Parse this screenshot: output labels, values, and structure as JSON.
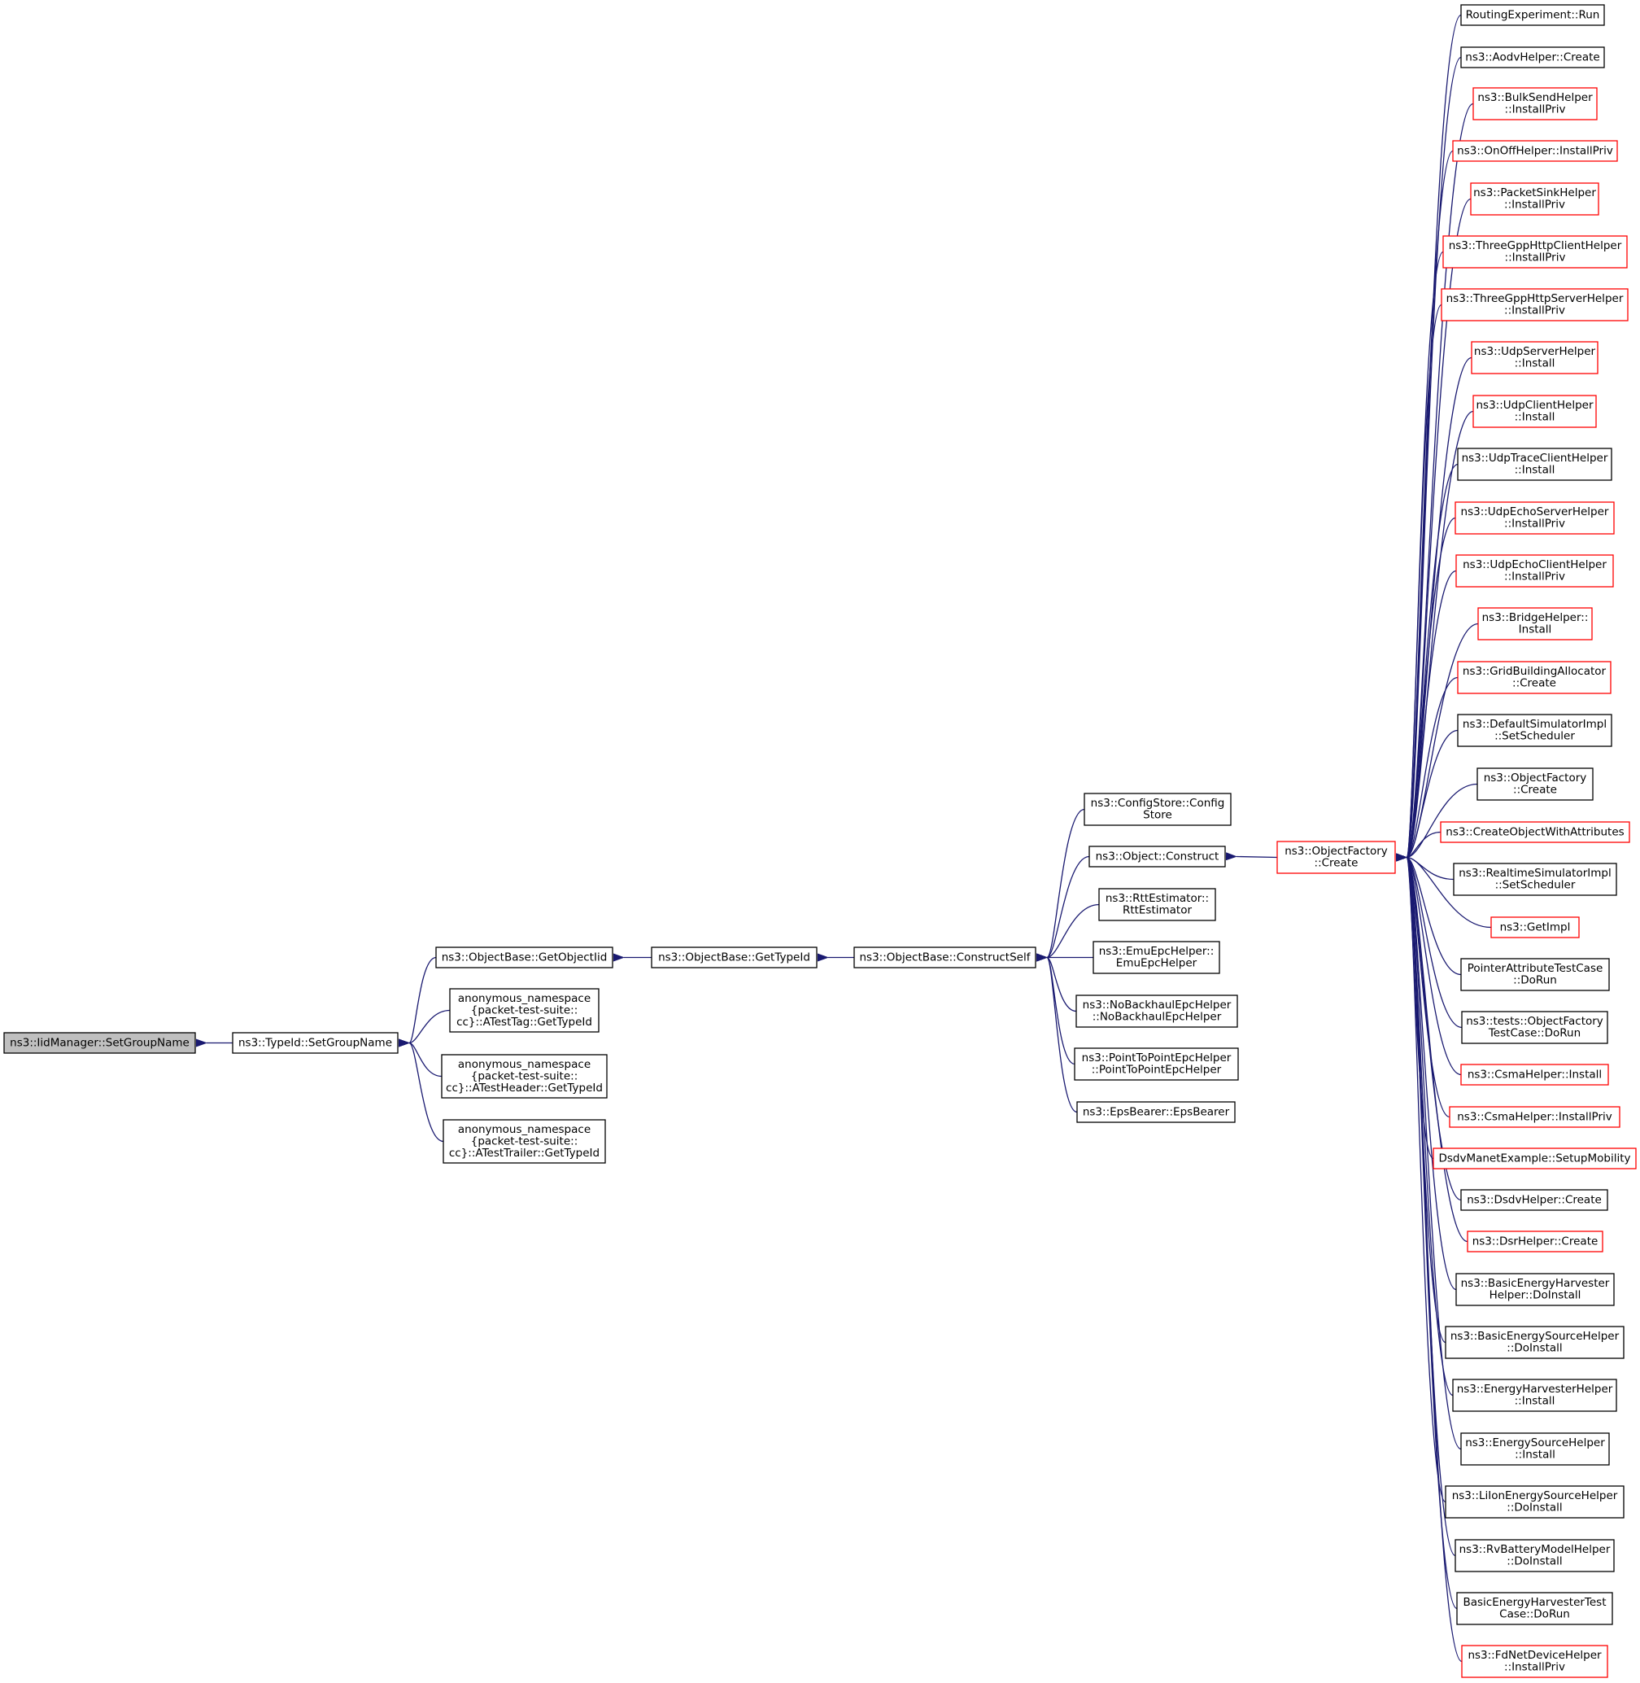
{
  "colors": {
    "edge": "#191970",
    "border_black": "#000000",
    "border_red": "#ff0000",
    "root_fill": "#bfbfbf",
    "node_fill": "#ffffff"
  },
  "nodes": [
    {
      "id": "iid-setgroupname",
      "lines": [
        "ns3::IidManager::SetGroupName"
      ],
      "style": "root"
    },
    {
      "id": "typeid-setgroupname",
      "lines": [
        "ns3::TypeId::SetGroupName"
      ],
      "style": "black"
    },
    {
      "id": "getobjectiid",
      "lines": [
        "ns3::ObjectBase::GetObjectIid"
      ],
      "style": "black"
    },
    {
      "id": "atesttag-gettypeid",
      "lines": [
        "anonymous_namespace",
        "{packet-test-suite::",
        "cc}::ATestTag::GetTypeId"
      ],
      "style": "black"
    },
    {
      "id": "atestheader-gettypeid",
      "lines": [
        "anonymous_namespace",
        "{packet-test-suite::",
        "cc}::ATestHeader::GetTypeId"
      ],
      "style": "black"
    },
    {
      "id": "atesttrailer-gettypeid",
      "lines": [
        "anonymous_namespace",
        "{packet-test-suite::",
        "cc}::ATestTrailer::GetTypeId"
      ],
      "style": "black"
    },
    {
      "id": "objectbase-gettypeid",
      "lines": [
        "ns3::ObjectBase::GetTypeId"
      ],
      "style": "black"
    },
    {
      "id": "constructself",
      "lines": [
        "ns3::ObjectBase::ConstructSelf"
      ],
      "style": "black"
    },
    {
      "id": "configstore",
      "lines": [
        "ns3::ConfigStore::Config",
        "Store"
      ],
      "style": "black"
    },
    {
      "id": "object-construct",
      "lines": [
        "ns3::Object::Construct"
      ],
      "style": "black"
    },
    {
      "id": "rttestimator",
      "lines": [
        "ns3::RttEstimator::",
        "RttEstimator"
      ],
      "style": "black"
    },
    {
      "id": "emuepchelper",
      "lines": [
        "ns3::EmuEpcHelper::",
        "EmuEpcHelper"
      ],
      "style": "black"
    },
    {
      "id": "nobackhaulepchelper",
      "lines": [
        "ns3::NoBackhaulEpcHelper",
        "::NoBackhaulEpcHelper"
      ],
      "style": "black"
    },
    {
      "id": "pointtopointepchelper",
      "lines": [
        "ns3::PointToPointEpcHelper",
        "::PointToPointEpcHelper"
      ],
      "style": "black"
    },
    {
      "id": "epsbearer",
      "lines": [
        "ns3::EpsBearer::EpsBearer"
      ],
      "style": "black"
    },
    {
      "id": "objectfactory-create",
      "lines": [
        "ns3::ObjectFactory",
        "::Create"
      ],
      "style": "red"
    },
    {
      "id": "r0",
      "lines": [
        "RoutingExperiment::Run"
      ],
      "style": "black"
    },
    {
      "id": "r1",
      "lines": [
        "ns3::AodvHelper::Create"
      ],
      "style": "black"
    },
    {
      "id": "r2",
      "lines": [
        "ns3::BulkSendHelper",
        "::InstallPriv"
      ],
      "style": "red"
    },
    {
      "id": "r3",
      "lines": [
        "ns3::OnOffHelper::InstallPriv"
      ],
      "style": "red"
    },
    {
      "id": "r4",
      "lines": [
        "ns3::PacketSinkHelper",
        "::InstallPriv"
      ],
      "style": "red"
    },
    {
      "id": "r5",
      "lines": [
        "ns3::ThreeGppHttpClientHelper",
        "::InstallPriv"
      ],
      "style": "red"
    },
    {
      "id": "r6",
      "lines": [
        "ns3::ThreeGppHttpServerHelper",
        "::InstallPriv"
      ],
      "style": "red"
    },
    {
      "id": "r7",
      "lines": [
        "ns3::UdpServerHelper",
        "::Install"
      ],
      "style": "red"
    },
    {
      "id": "r8",
      "lines": [
        "ns3::UdpClientHelper",
        "::Install"
      ],
      "style": "red"
    },
    {
      "id": "r9",
      "lines": [
        "ns3::UdpTraceClientHelper",
        "::Install"
      ],
      "style": "black"
    },
    {
      "id": "r10",
      "lines": [
        "ns3::UdpEchoServerHelper",
        "::InstallPriv"
      ],
      "style": "red"
    },
    {
      "id": "r11",
      "lines": [
        "ns3::UdpEchoClientHelper",
        "::InstallPriv"
      ],
      "style": "red"
    },
    {
      "id": "r12",
      "lines": [
        "ns3::BridgeHelper::",
        "Install"
      ],
      "style": "red"
    },
    {
      "id": "r13",
      "lines": [
        "ns3::GridBuildingAllocator",
        "::Create"
      ],
      "style": "red"
    },
    {
      "id": "r14",
      "lines": [
        "ns3::DefaultSimulatorImpl",
        "::SetScheduler"
      ],
      "style": "black"
    },
    {
      "id": "r15",
      "lines": [
        "ns3::ObjectFactory",
        "::Create"
      ],
      "style": "black"
    },
    {
      "id": "r16",
      "lines": [
        "ns3::CreateObjectWithAttributes"
      ],
      "style": "red"
    },
    {
      "id": "r17",
      "lines": [
        "ns3::RealtimeSimulatorImpl",
        "::SetScheduler"
      ],
      "style": "black"
    },
    {
      "id": "r18",
      "lines": [
        "ns3::GetImpl"
      ],
      "style": "red"
    },
    {
      "id": "r19",
      "lines": [
        "PointerAttributeTestCase",
        "::DoRun"
      ],
      "style": "black"
    },
    {
      "id": "r20",
      "lines": [
        "ns3::tests::ObjectFactory",
        "TestCase::DoRun"
      ],
      "style": "black"
    },
    {
      "id": "r21",
      "lines": [
        "ns3::CsmaHelper::Install"
      ],
      "style": "red"
    },
    {
      "id": "r22",
      "lines": [
        "ns3::CsmaHelper::InstallPriv"
      ],
      "style": "red"
    },
    {
      "id": "r23",
      "lines": [
        "DsdvManetExample::SetupMobility"
      ],
      "style": "red"
    },
    {
      "id": "r24",
      "lines": [
        "ns3::DsdvHelper::Create"
      ],
      "style": "black"
    },
    {
      "id": "r25",
      "lines": [
        "ns3::DsrHelper::Create"
      ],
      "style": "red"
    },
    {
      "id": "r26",
      "lines": [
        "ns3::BasicEnergyHarvester",
        "Helper::DoInstall"
      ],
      "style": "black"
    },
    {
      "id": "r27",
      "lines": [
        "ns3::BasicEnergySourceHelper",
        "::DoInstall"
      ],
      "style": "black"
    },
    {
      "id": "r28",
      "lines": [
        "ns3::EnergyHarvesterHelper",
        "::Install"
      ],
      "style": "black"
    },
    {
      "id": "r29",
      "lines": [
        "ns3::EnergySourceHelper",
        "::Install"
      ],
      "style": "black"
    },
    {
      "id": "r30",
      "lines": [
        "ns3::LiIonEnergySourceHelper",
        "::DoInstall"
      ],
      "style": "black"
    },
    {
      "id": "r31",
      "lines": [
        "ns3::RvBatteryModelHelper",
        "::DoInstall"
      ],
      "style": "black"
    },
    {
      "id": "r32",
      "lines": [
        "BasicEnergyHarvesterTest",
        "Case::DoRun"
      ],
      "style": "black"
    },
    {
      "id": "r33",
      "lines": [
        "ns3::FdNetDeviceHelper",
        "::InstallPriv"
      ],
      "style": "red"
    }
  ],
  "edges": [
    [
      "iid-setgroupname",
      "typeid-setgroupname"
    ],
    [
      "typeid-setgroupname",
      "getobjectiid"
    ],
    [
      "typeid-setgroupname",
      "atesttag-gettypeid"
    ],
    [
      "typeid-setgroupname",
      "atestheader-gettypeid"
    ],
    [
      "typeid-setgroupname",
      "atesttrailer-gettypeid"
    ],
    [
      "getobjectiid",
      "objectbase-gettypeid"
    ],
    [
      "objectbase-gettypeid",
      "constructself"
    ],
    [
      "constructself",
      "configstore"
    ],
    [
      "constructself",
      "object-construct"
    ],
    [
      "constructself",
      "rttestimator"
    ],
    [
      "constructself",
      "emuepchelper"
    ],
    [
      "constructself",
      "nobackhaulepchelper"
    ],
    [
      "constructself",
      "pointtopointepchelper"
    ],
    [
      "constructself",
      "epsbearer"
    ],
    [
      "object-construct",
      "objectfactory-create"
    ],
    [
      "objectfactory-create",
      "r0"
    ],
    [
      "objectfactory-create",
      "r1"
    ],
    [
      "objectfactory-create",
      "r2"
    ],
    [
      "objectfactory-create",
      "r3"
    ],
    [
      "objectfactory-create",
      "r4"
    ],
    [
      "objectfactory-create",
      "r5"
    ],
    [
      "objectfactory-create",
      "r6"
    ],
    [
      "objectfactory-create",
      "r7"
    ],
    [
      "objectfactory-create",
      "r8"
    ],
    [
      "objectfactory-create",
      "r9"
    ],
    [
      "objectfactory-create",
      "r10"
    ],
    [
      "objectfactory-create",
      "r11"
    ],
    [
      "objectfactory-create",
      "r12"
    ],
    [
      "objectfactory-create",
      "r13"
    ],
    [
      "objectfactory-create",
      "r14"
    ],
    [
      "objectfactory-create",
      "r15"
    ],
    [
      "objectfactory-create",
      "r16"
    ],
    [
      "objectfactory-create",
      "r17"
    ],
    [
      "objectfactory-create",
      "r18"
    ],
    [
      "objectfactory-create",
      "r19"
    ],
    [
      "objectfactory-create",
      "r20"
    ],
    [
      "objectfactory-create",
      "r21"
    ],
    [
      "objectfactory-create",
      "r22"
    ],
    [
      "objectfactory-create",
      "r23"
    ],
    [
      "objectfactory-create",
      "r24"
    ],
    [
      "objectfactory-create",
      "r25"
    ],
    [
      "objectfactory-create",
      "r26"
    ],
    [
      "objectfactory-create",
      "r27"
    ],
    [
      "objectfactory-create",
      "r28"
    ],
    [
      "objectfactory-create",
      "r29"
    ],
    [
      "objectfactory-create",
      "r30"
    ],
    [
      "objectfactory-create",
      "r31"
    ],
    [
      "objectfactory-create",
      "r32"
    ],
    [
      "objectfactory-create",
      "r33"
    ]
  ]
}
